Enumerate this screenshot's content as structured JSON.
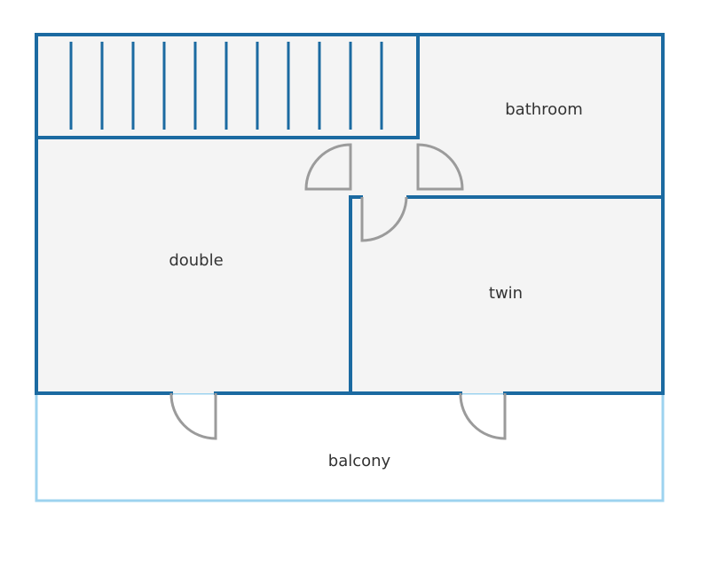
{
  "rooms": {
    "bathroom": "bathroom",
    "double": "double",
    "twin": "twin",
    "balcony": "balcony"
  },
  "colors": {
    "wall": "#1b6aa1",
    "balcony_rail": "#9dd3ef",
    "floor": "#f4f4f4",
    "door": "#9b9b9b",
    "label": "#333333",
    "background": "#ffffff"
  },
  "icons": {
    "stairs": "staircase-icon",
    "door": "door-swing-icon"
  }
}
